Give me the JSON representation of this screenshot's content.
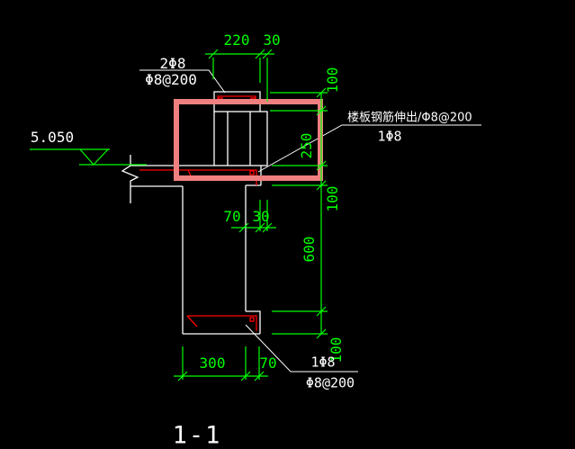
{
  "colors": {
    "background": "#000000",
    "outline": "#ffffff",
    "dimension": "#00ff00",
    "rebar": "#ff0000",
    "highlight": "#f08080"
  },
  "section": {
    "title": "1-1",
    "level": "5.050"
  },
  "labels": {
    "top_rebar_count": "2Φ8",
    "top_rebar_spacing": "Φ8@200",
    "slab_rebar_note": "楼板钢筋伸出/Φ8@200",
    "slab_rebar_count": "1Φ8",
    "bottom_rebar_count": "1Φ8",
    "bottom_rebar_spacing": "Φ8@200"
  },
  "dimensions": {
    "top": [
      "220",
      "30"
    ],
    "mid": [
      "70",
      "30"
    ],
    "bottom": [
      "300",
      "70"
    ],
    "right": [
      "100",
      "250",
      "100",
      "600",
      "100"
    ]
  }
}
